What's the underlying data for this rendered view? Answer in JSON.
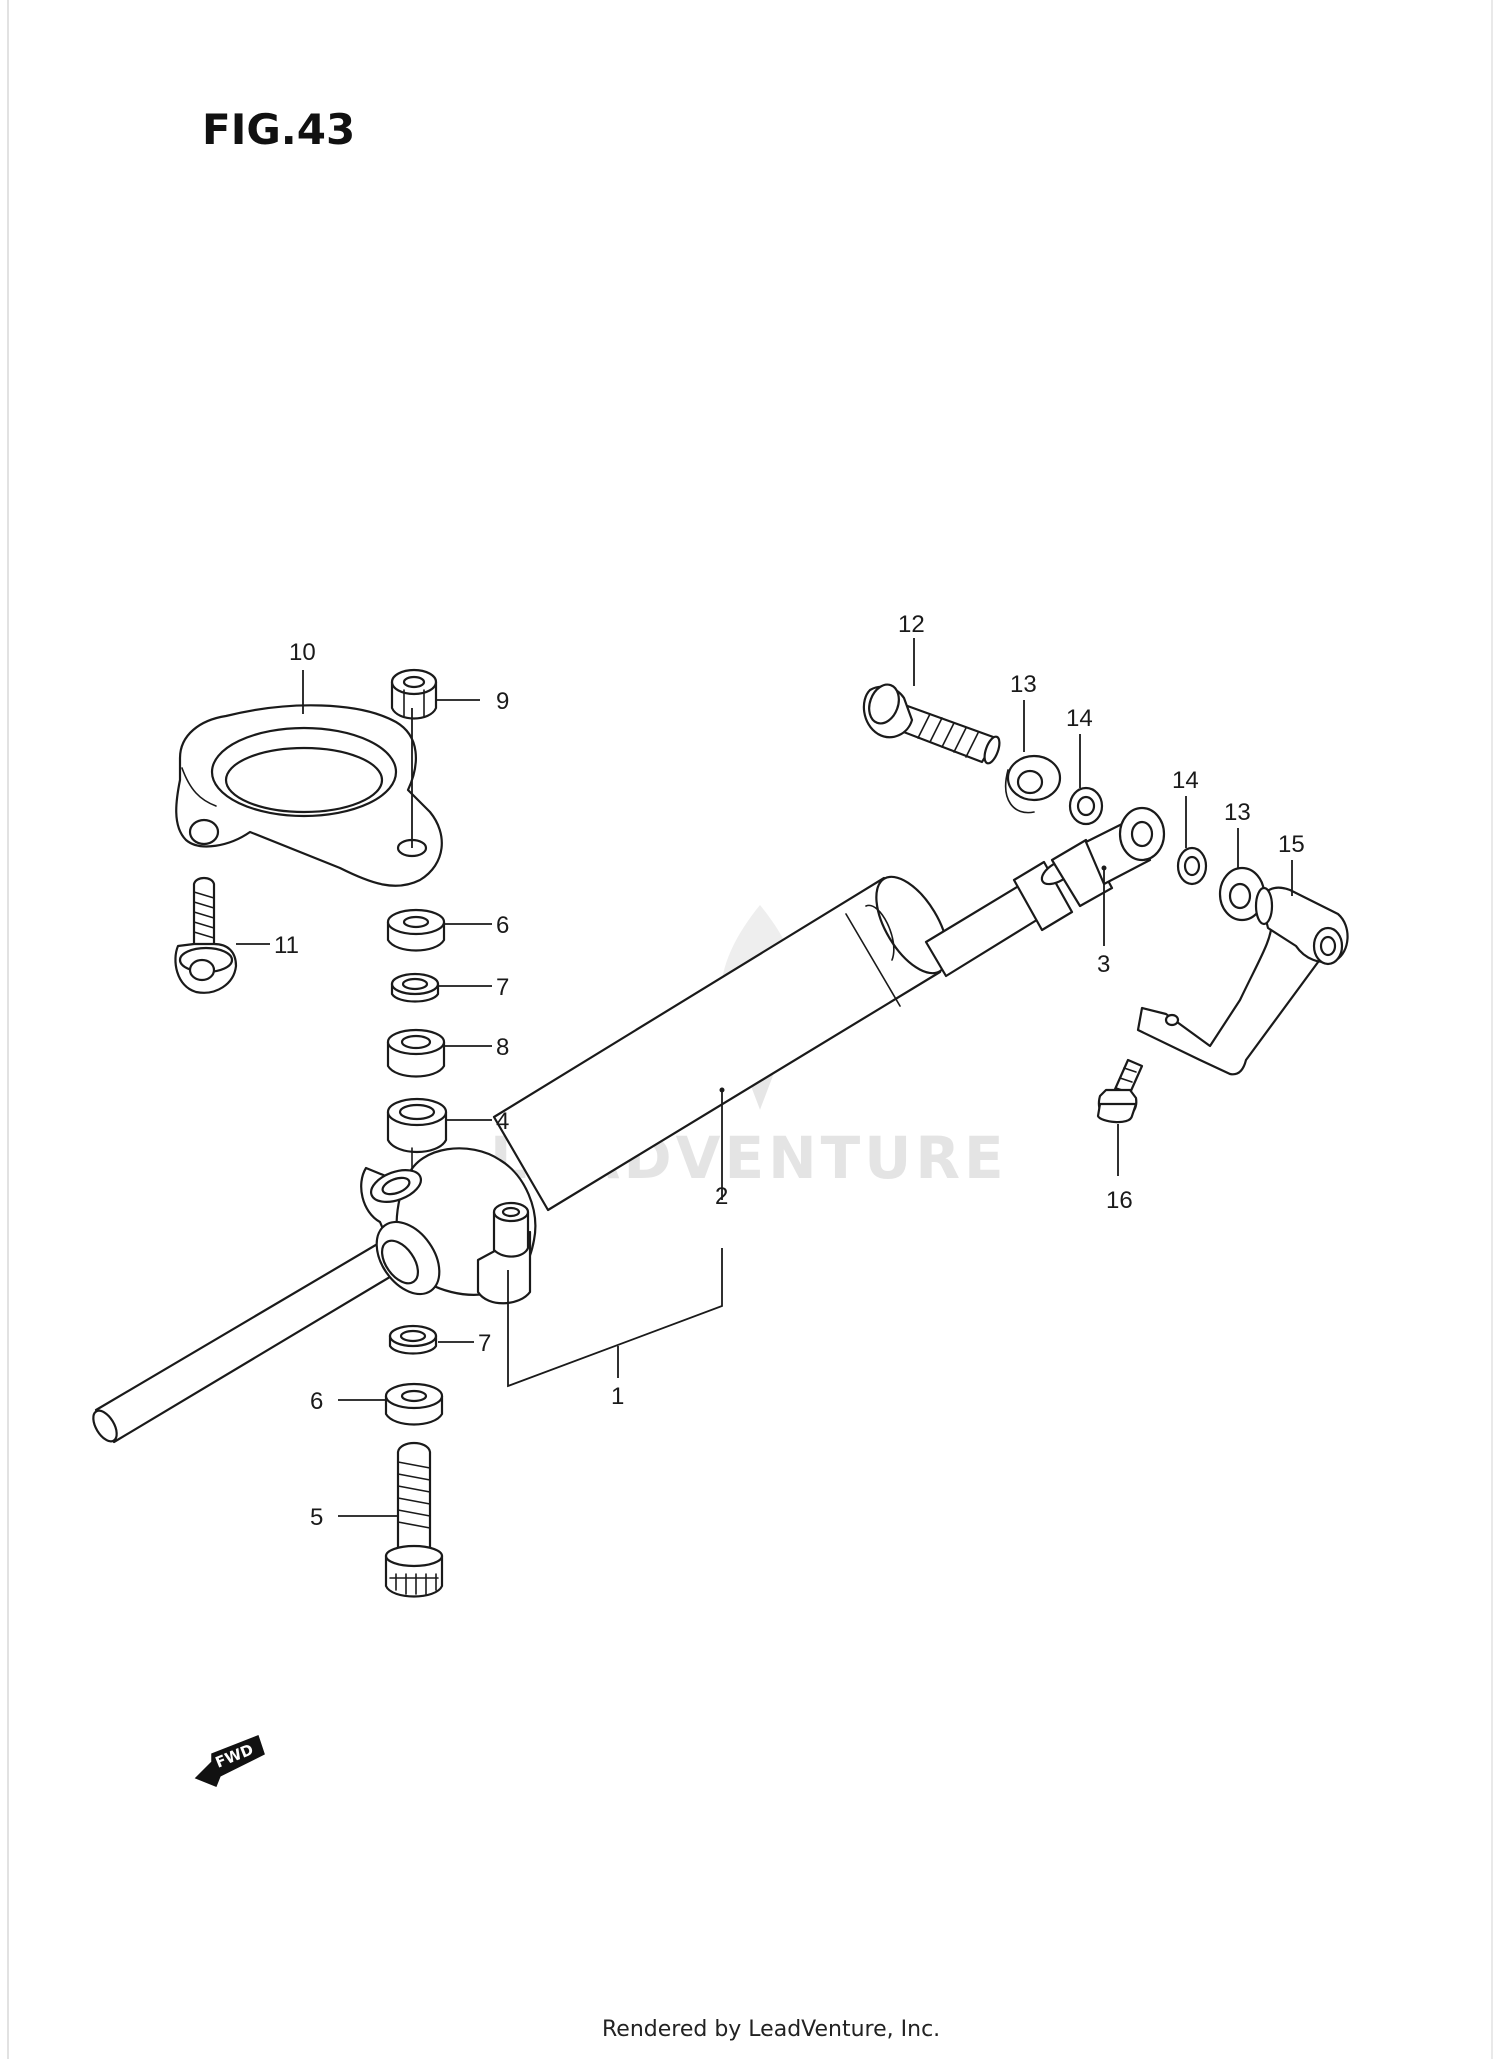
{
  "figure": {
    "title": "FIG.43"
  },
  "parts": [
    {
      "ref": "1"
    },
    {
      "ref": "2"
    },
    {
      "ref": "3"
    },
    {
      "ref": "4"
    },
    {
      "ref": "5"
    },
    {
      "ref": "6"
    },
    {
      "ref": "6"
    },
    {
      "ref": "7"
    },
    {
      "ref": "7"
    },
    {
      "ref": "8"
    },
    {
      "ref": "9"
    },
    {
      "ref": "10"
    },
    {
      "ref": "11"
    },
    {
      "ref": "12"
    },
    {
      "ref": "13"
    },
    {
      "ref": "13"
    },
    {
      "ref": "14"
    },
    {
      "ref": "14"
    },
    {
      "ref": "15"
    },
    {
      "ref": "16"
    }
  ],
  "direction_marker": {
    "label": "FWD"
  },
  "watermark": {
    "text": "LEADVENTURE"
  },
  "footer": {
    "text": "Rendered by LeadVenture, Inc."
  },
  "colors": {
    "line": "#1a1a1a",
    "background": "#ffffff",
    "watermark": "#e4e4e4"
  }
}
